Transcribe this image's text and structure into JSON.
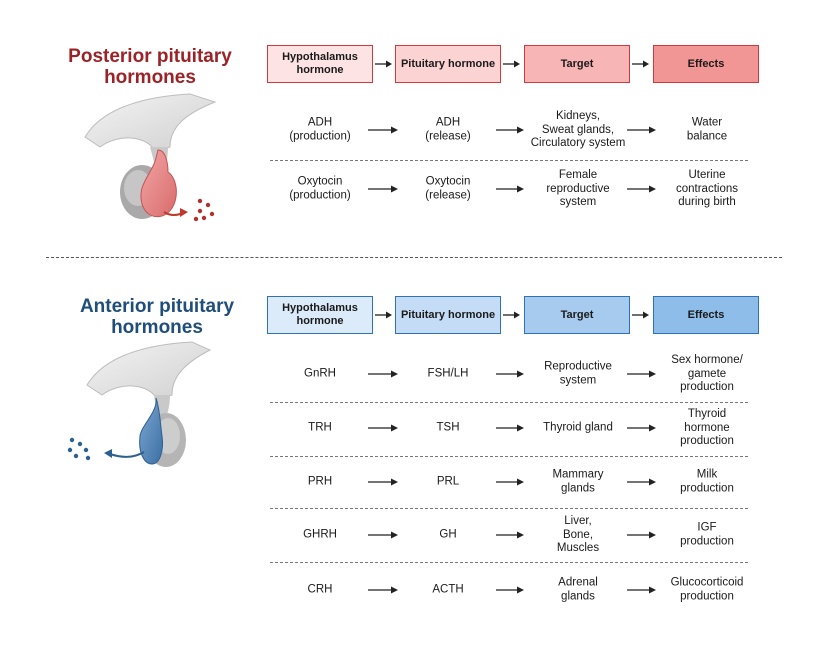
{
  "posterior": {
    "title_line1": "Posterior pituitary",
    "title_line2": "hormones",
    "title_color": "#9b2226",
    "headers": [
      "Hypothalamus hormone",
      "Pituitary hormone",
      "Target",
      "Effects"
    ],
    "header_colors": [
      "#fde3e3",
      "#fbd3d3",
      "#f8b5b5",
      "#f29595"
    ],
    "border_color": "#d03a3a",
    "rows": [
      {
        "hypo": [
          "ADH",
          "(production)"
        ],
        "pit": [
          "ADH",
          "(release)"
        ],
        "target": [
          "Kidneys,",
          "Sweat glands,",
          "Circulatory system"
        ],
        "effect": [
          "Water",
          "balance"
        ]
      },
      {
        "hypo": [
          "Oxytocin",
          "(production)"
        ],
        "pit": [
          "Oxytocin",
          "(release)"
        ],
        "target": [
          "Female",
          "reproductive",
          "system"
        ],
        "effect": [
          "Uterine",
          "contractions",
          "during birth"
        ]
      }
    ]
  },
  "anterior": {
    "title_line1": "Anterior pituitary",
    "title_line2": "hormones",
    "title_color": "#1f4e7a",
    "headers": [
      "Hypothalamus hormone",
      "Pituitary hormone",
      "Target",
      "Effects"
    ],
    "header_colors": [
      "#dcebfa",
      "#c4dcf5",
      "#a7cbef",
      "#8ebde9"
    ],
    "border_color": "#2f72b8",
    "rows": [
      {
        "hypo": [
          "GnRH"
        ],
        "pit": [
          "FSH/LH"
        ],
        "target": [
          "Reproductive",
          "system"
        ],
        "effect": [
          "Sex hormone/",
          "gamete",
          "production"
        ]
      },
      {
        "hypo": [
          "TRH"
        ],
        "pit": [
          "TSH"
        ],
        "target": [
          "Thyroid gland"
        ],
        "effect": [
          "Thyroid",
          "hormone",
          "production"
        ]
      },
      {
        "hypo": [
          "PRH"
        ],
        "pit": [
          "PRL"
        ],
        "target": [
          "Mammary",
          "glands"
        ],
        "effect": [
          "Milk",
          "production"
        ]
      },
      {
        "hypo": [
          "GHRH"
        ],
        "pit": [
          "GH"
        ],
        "target": [
          "Liver,",
          "Bone,",
          "Muscles"
        ],
        "effect": [
          "IGF",
          "production"
        ]
      },
      {
        "hypo": [
          "CRH"
        ],
        "pit": [
          "ACTH"
        ],
        "target": [
          "Adrenal",
          "glands"
        ],
        "effect": [
          "Glucocorticoid",
          "production"
        ]
      }
    ]
  }
}
